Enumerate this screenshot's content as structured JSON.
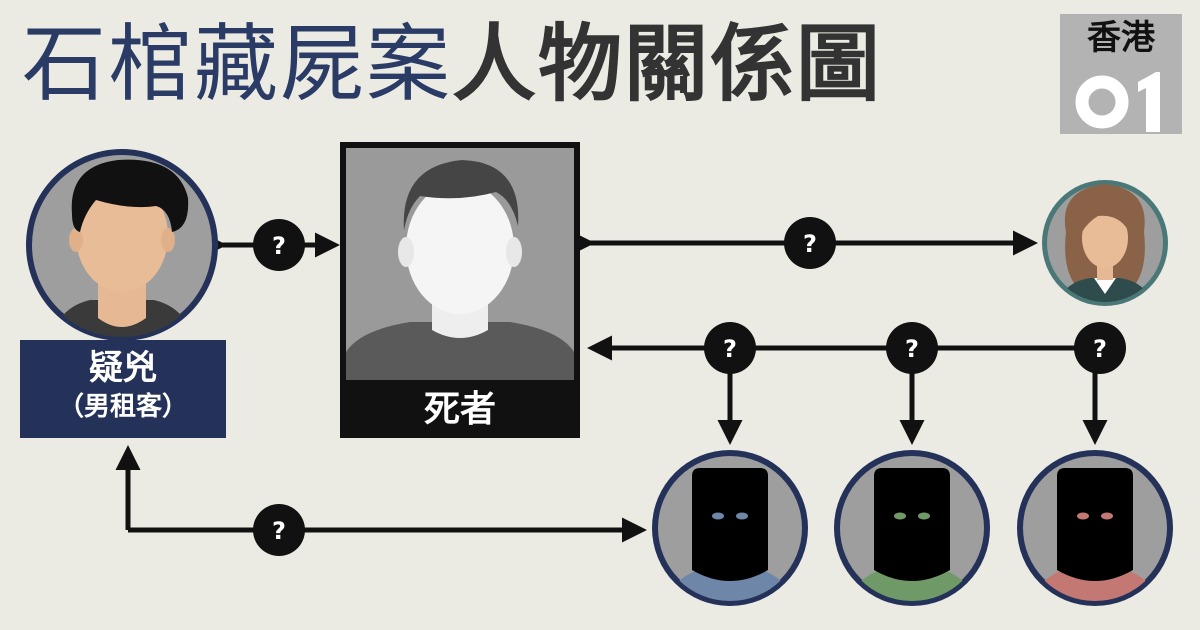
{
  "title": {
    "light": "石棺藏屍案",
    "bold": "人物關係圖"
  },
  "logo": {
    "top_text": "香港",
    "bottom_text": "01"
  },
  "suspect": {
    "label": "疑兇",
    "sublabel": "（男租客）"
  },
  "victim": {
    "label": "死者"
  },
  "relation_marker": "?",
  "colors": {
    "background": "#ecebe3",
    "navy": "#24325a",
    "title_light": "#2a3b66",
    "title_bold": "#333333",
    "woman_ring": "#4a7878",
    "unknown_blue": "#6e87a8",
    "unknown_green": "#6f9a68",
    "unknown_red": "#c47874"
  }
}
